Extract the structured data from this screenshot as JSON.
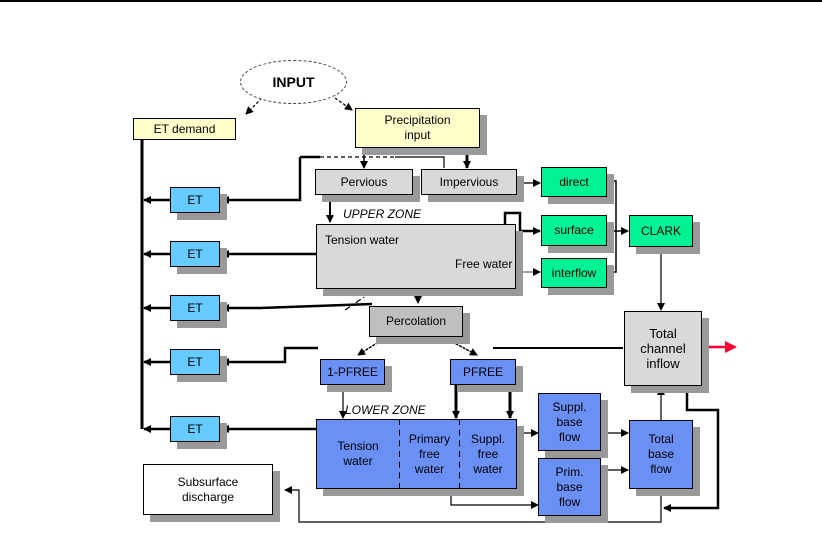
{
  "diagram": {
    "input": "INPUT",
    "et_demand": "ET demand",
    "precipitation_input": "Precipitation\ninput",
    "pervious": "Pervious",
    "impervious": "Impervious",
    "upper_zone_label": "UPPER ZONE",
    "upper_tension_water": "Tension\nwater",
    "upper_free_water": "Free\nwater",
    "direct": "direct",
    "surface": "surface",
    "interflow": "interflow",
    "clark": "CLARK",
    "percolation": "Percolation",
    "one_minus_pfree": "1-PFREE",
    "pfree": "PFREE",
    "lower_zone_label": "LOWER ZONE",
    "lower_tension_water": "Tension\nwater",
    "primary_free_water": "Primary\nfree\nwater",
    "suppl_free_water": "Suppl.\nfree\nwater",
    "suppl_base_flow": "Suppl.\nbase\nflow",
    "prim_base_flow": "Prim.\nbase\nflow",
    "total_base_flow": "Total\nbase\nflow",
    "total_channel_inflow": "Total\nchannel\ninflow",
    "subsurface_discharge": "Subsurface\ndischarge",
    "et_boxes": [
      "ET",
      "ET",
      "ET",
      "ET",
      "ET"
    ]
  },
  "colors": {
    "input_box": "#ffffcc",
    "surface_box": "#d9d9d9",
    "runoff_box": "#00f294",
    "et_box": "#66ccff",
    "lower_zone_box": "#6a8ff5",
    "output_arrow": "#ff0033"
  }
}
